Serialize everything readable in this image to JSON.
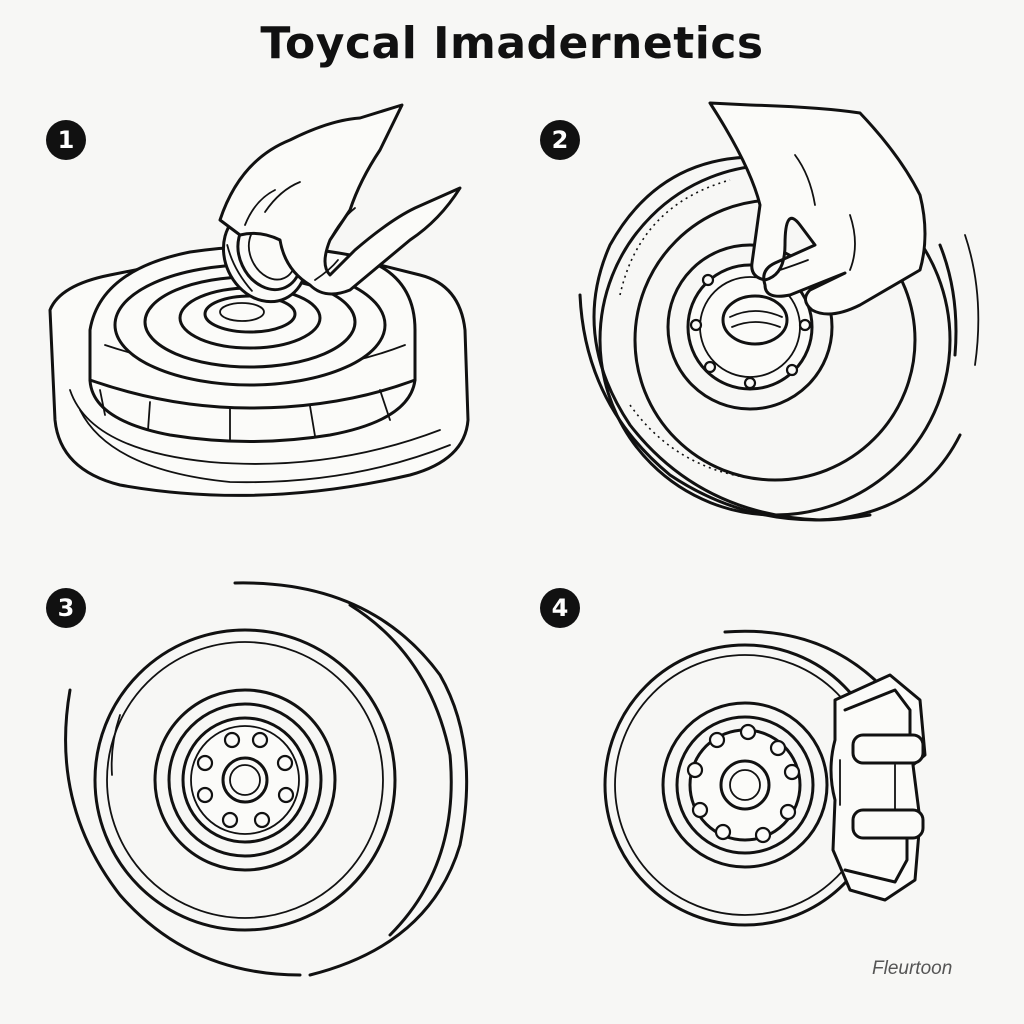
{
  "title": "Toycal Imadernetics",
  "steps": [
    {
      "number": "1"
    },
    {
      "number": "2"
    },
    {
      "number": "3"
    },
    {
      "number": "4"
    }
  ],
  "signature": "Fleurtoon",
  "icons": {
    "panel1": "hand-placing-seal-on-hub-icon",
    "panel2": "hand-pressing-seal-into-rotor-icon",
    "panel3": "brake-rotor-icon",
    "panel4": "brake-rotor-with-caliper-icon"
  },
  "colors": {
    "ink": "#111111",
    "background": "#f7f7f5",
    "signature": "#555555"
  }
}
